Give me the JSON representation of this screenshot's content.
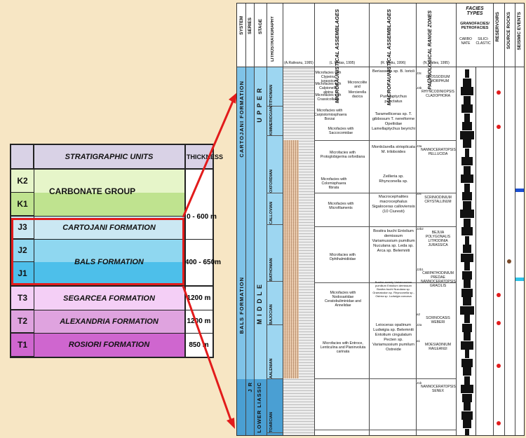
{
  "table": {
    "header": {
      "unit_col": "",
      "name": "STRATIGRAPHIC UNITS",
      "thickness": "THICKNESS"
    },
    "rows": [
      {
        "code": "K2",
        "color": "#e6f5c9"
      },
      {
        "code": "K1",
        "color": "#bfe38f"
      },
      {
        "code": "J3",
        "color": "#cbe8f3"
      },
      {
        "code": "J2",
        "color": "#8fd7f0"
      },
      {
        "code": "J1",
        "color": "#4dbfea"
      },
      {
        "code": "T3",
        "color": "#f4cff6"
      },
      {
        "code": "T2",
        "color": "#dfa3df"
      },
      {
        "code": "T1",
        "color": "#cf66cf"
      }
    ],
    "groups": {
      "carbonate": "CARBONATE GROUP",
      "cartojani": "CARTOJANI FORMATION",
      "bals": "BALS FORMATION",
      "segarcea": "SEGARCEA FORMATION",
      "alexandria": "ALEXANDRIA FORMATION",
      "rosiori": "ROSIORI FORMATION"
    },
    "thickness": {
      "k_j3": "0 - 600 m",
      "j2_j1": "400 - 650m",
      "t3": "1200 m",
      "t2": "1200 m",
      "t1": "850 m"
    }
  },
  "diagram": {
    "headers": {
      "system": "SYSTEM",
      "series": "SERIES",
      "stage": "STAGE",
      "litho": "LITHOSTRATIGRAPHY",
      "litho_src": "(A.Raileanu, 1995)",
      "micro": "MICROFAUNISTICAL ASSEMBLAGES",
      "micro_src": "(L. Motas, 1995)",
      "macro": "MACROFAUNISTICAL ASSEMBLAGES",
      "macro_src": "(R. Mutiu, 1996)",
      "paly": "PALYNOLOGICAL RANGE ZONES",
      "paly_src": "(N. Baltes, 1995)",
      "facies": "FACIES TYPES",
      "facies_sub": "GRANOFACIES/ PETROFACIES",
      "carbo": "CARBO NATE",
      "silici": "SILICI- CLASTIC",
      "reservoirs": "RESERVOIRS",
      "source": "SOURCE ROCKS",
      "seismic": "SEISMIC EVENTS"
    },
    "formation_labels": {
      "cartojani": "CARTOJANI FORMATION",
      "bals": "BALS FORMATION"
    },
    "system_labels": {
      "jr": "J R",
      "lias": "LOWER LIASSIC"
    },
    "series_labels": {
      "upper": "U P P E R",
      "middle": "M I D D L E"
    },
    "stages": [
      "TITHONIAN",
      "KIMMERIDGIAN",
      "OXFORDIAN",
      "CALLOVIAN",
      "BATHONIAN",
      "BAJOCIAN",
      "AALENIAN",
      "TOARCIAN"
    ],
    "micro_texts": [
      "Microfacies with Clypeina jurassica",
      "Microfacies with Calpionella alpina",
      "Microfacies with Crassicollaria",
      "Microncolite and",
      "Mercierella dacica",
      "Microfacies with Carpistomiosphaera Borzai",
      "Microfacies with Saccocomidae",
      "Microfacies with Protoglobigerina oxfordiana",
      "Microfacies with Colomisphaera fibrata",
      "Microfacies with Microfilaments",
      "Microfacies with Ophthalmidiidae",
      "Microfacies with Nodosariidae Ceratobuliminidae and Annelidae",
      "Microfacies with Entroce, Lenticulina and Planinvoluta carinata"
    ],
    "macro_texts": [
      "Beriassella sp. B. lorioli",
      "Punctaptychus punctatus",
      "Taramelliceras sp. T. gibbosum T. nereiforme Opeliidae Lamellaptychus beyrichi",
      "Monticlarella strioplicata M. triloboides",
      "Zeilleria sp. Rhynconella sp.",
      "Macrocephalites macrocephalus Sigaloceras calloviensis (10 Ciuresti)",
      "Bositra buchi Entolium demissum Variamussium pumilium Nuculana sp. Leda sp. Arca sp. Belemniti",
      "Bositra aseeriy Variamussium pumilium Entolium demissum Bositra buchi Nuculana sp. Gramatodon sp. Rhynconella sp., Ostrea sp. Ludwigia concava",
      "Leioceras opalinum Ludwigia sp. Belemniti Entolium cingulatum Pecten sp. Variamussium pumilum Ostreide"
    ],
    "paly_zones": [
      {
        "code": "J3c",
        "text": "GLOSSODIUM DIMORPHUM"
      },
      {
        "code": "J3b",
        "text": "RHYNCODINIOPSIS CLADOPHORA"
      },
      {
        "code": "J3a",
        "text": "NANNOCERATOPSIS PELLUCIDA"
      },
      {
        "code": "J2c",
        "text": "SCRINIODINIUM CRYSTALLINUM"
      },
      {
        "code": "J2b2",
        "text": "BEJUIA POLYGONALIS LITHODINIA JURASSICA"
      },
      {
        "code": "J2b1",
        "text": "CARPATHODINIUM PREDAE NANNOCERATOPSIS GRACILIS"
      },
      {
        "code": "a2",
        "text": "SCRINOCASIS WEBERI"
      },
      {
        "code": "J2a",
        "text": ""
      },
      {
        "code": "a1",
        "text": "MOESIADINIUM RAILEANUI"
      },
      {
        "code": "J1b",
        "text": "NANNOCERATOPSIS SENEX"
      }
    ]
  },
  "colors": {
    "accent_red": "#e21b1b",
    "system_blue": "#5aa9d6",
    "series_blue": "#7cc6ea"
  }
}
